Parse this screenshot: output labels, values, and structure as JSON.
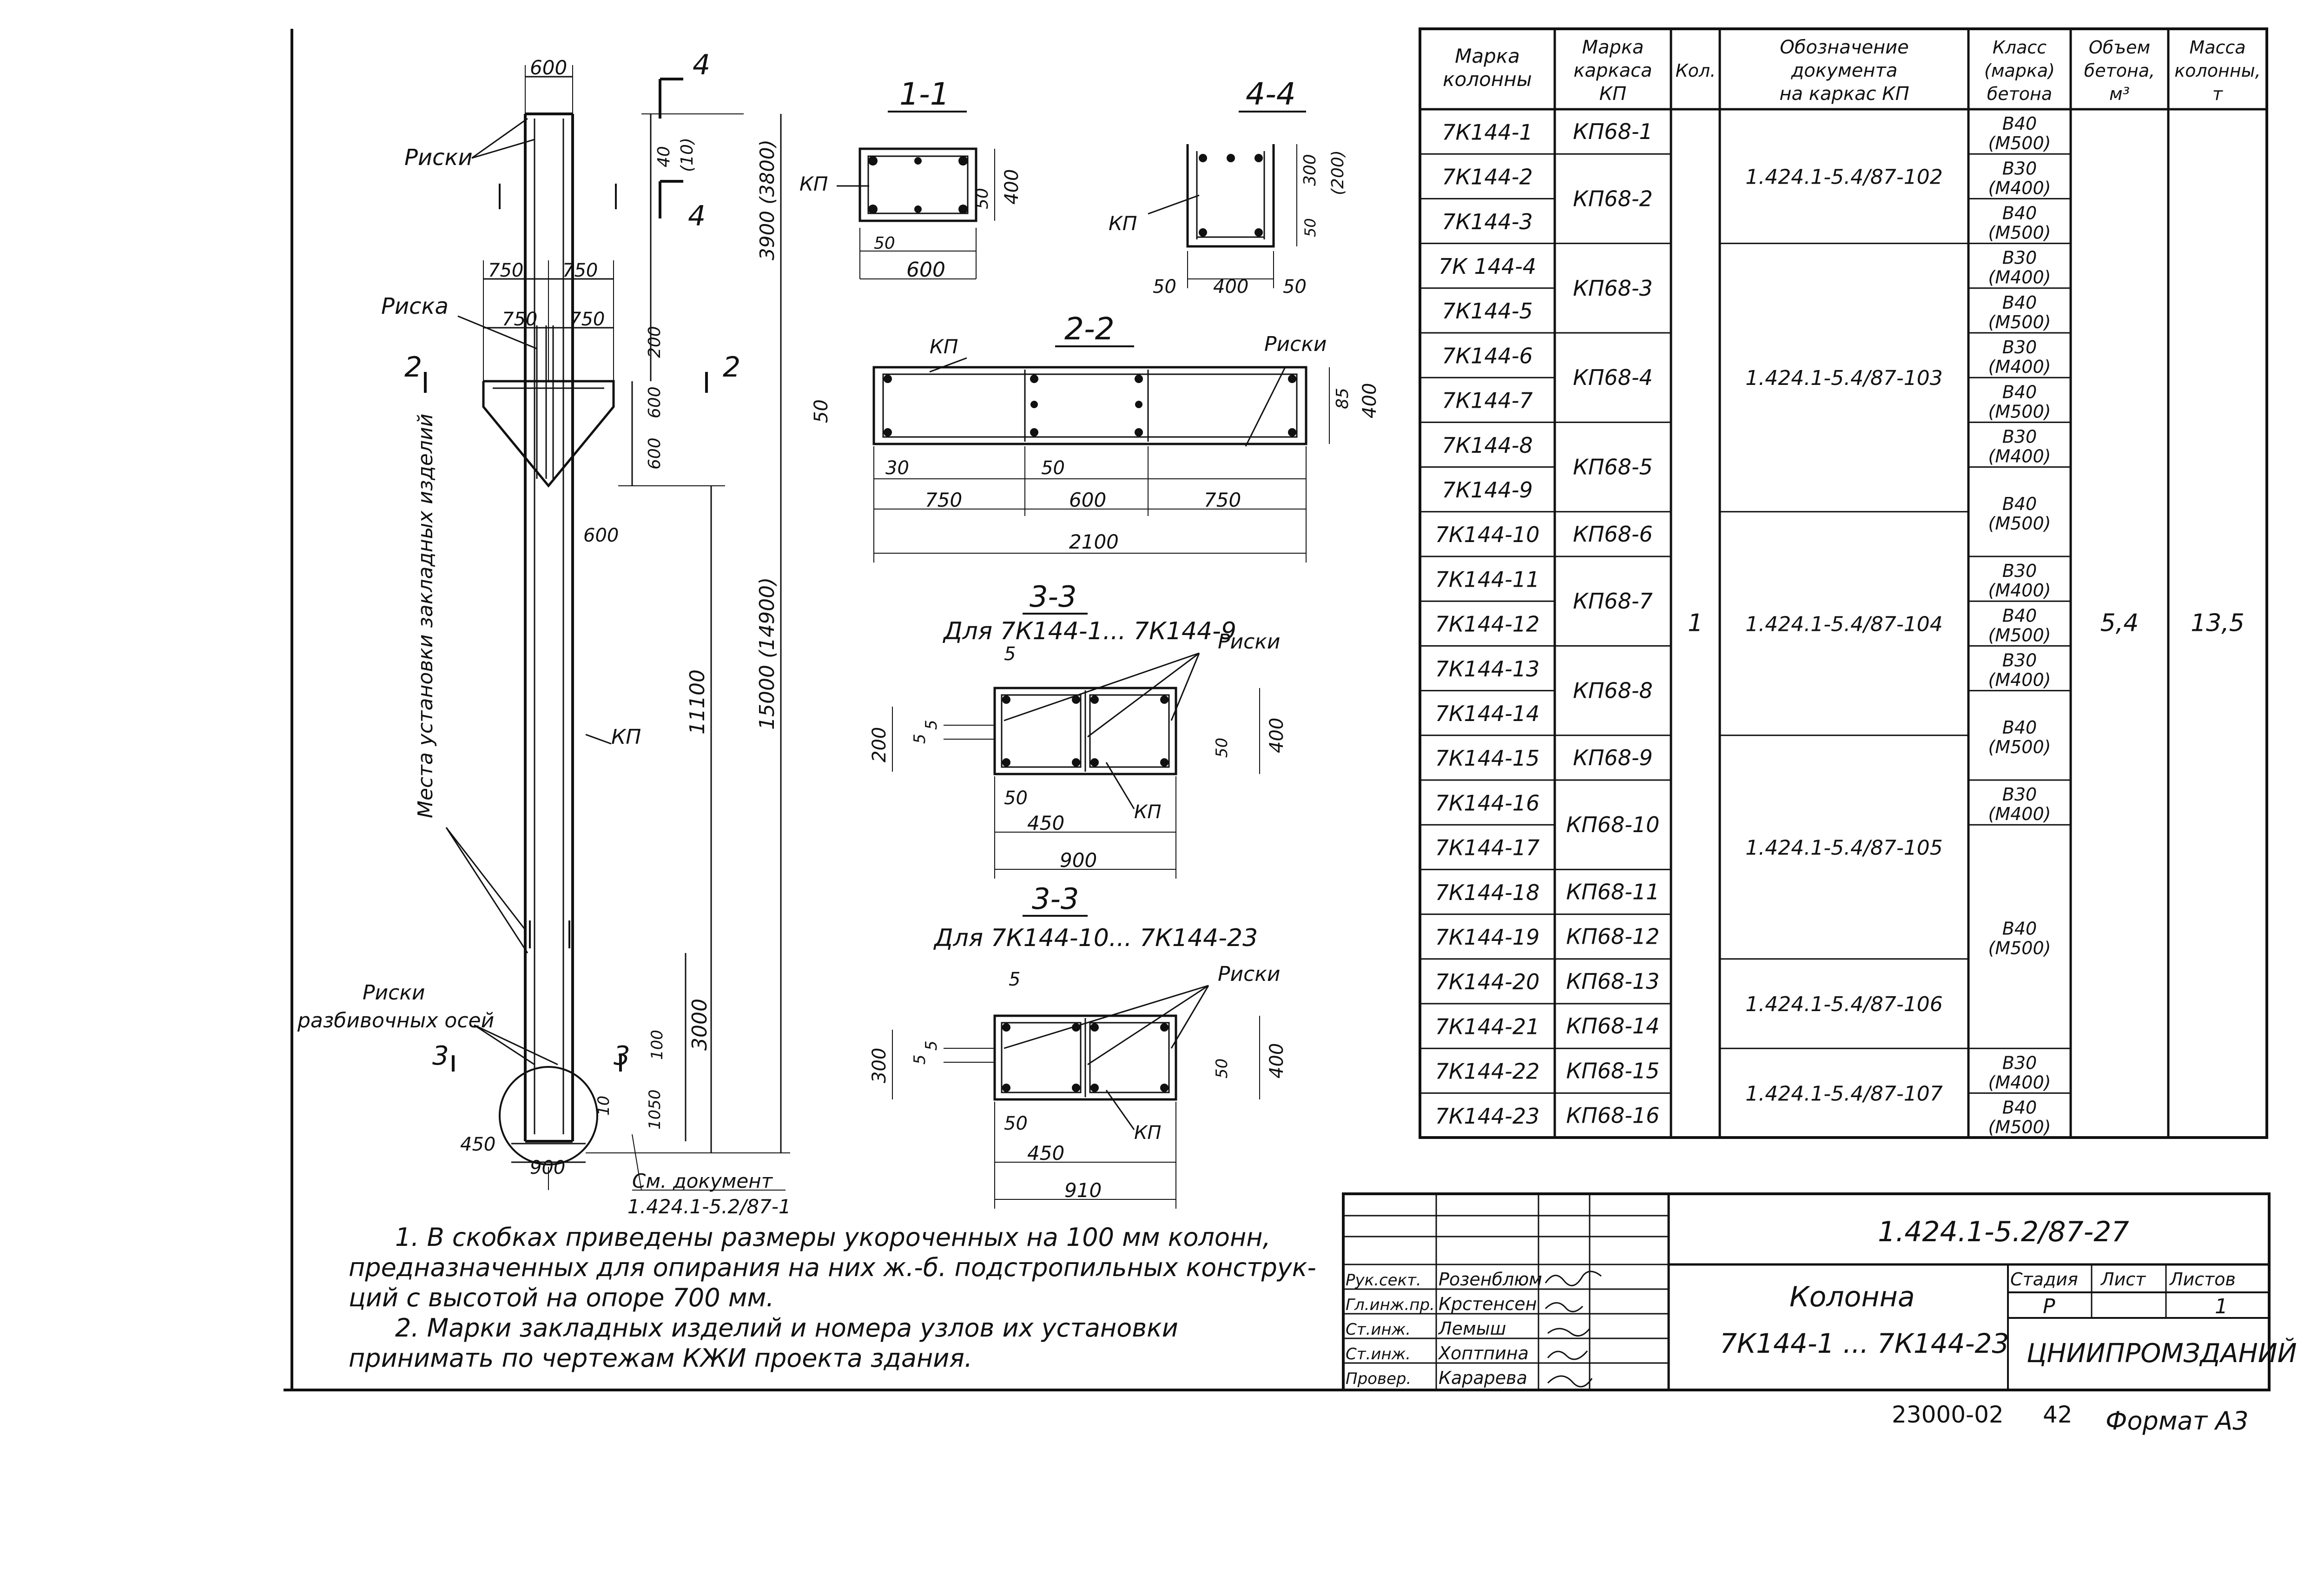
{
  "schedule": {
    "headers": [
      "Марка колонны",
      "Марка каркаса КП",
      "Кол.",
      "Обозначение документа на каркас КП",
      "Класс (марка) бетона",
      "Объем бетона, м³",
      "Масса колонны, т"
    ],
    "rows": [
      {
        "col": "7К144-1",
        "kp": "КП68-1"
      },
      {
        "col": "7К144-2",
        "kp": "КП68-2"
      },
      {
        "col": "7К144-3",
        "kp": ""
      },
      {
        "col": "7К 144-4",
        "kp": "КП68-3"
      },
      {
        "col": "7К144-5",
        "kp": ""
      },
      {
        "col": "7К144-6",
        "kp": "КП68-4"
      },
      {
        "col": "7К144-7",
        "kp": ""
      },
      {
        "col": "7К144-8",
        "kp": "КП68-5"
      },
      {
        "col": "7К144-9",
        "kp": ""
      },
      {
        "col": "7К144-10",
        "kp": "КП68-6"
      },
      {
        "col": "7К144-11",
        "kp": "КП68-7"
      },
      {
        "col": "7К144-12",
        "kp": ""
      },
      {
        "col": "7К144-13",
        "kp": "КП68-8"
      },
      {
        "col": "7К144-14",
        "kp": ""
      },
      {
        "col": "7К144-15",
        "kp": "КП68-9"
      },
      {
        "col": "7К144-16",
        "kp": "КП68-10"
      },
      {
        "col": "7К144-17",
        "kp": ""
      },
      {
        "col": "7К144-18",
        "kp": "КП68-11"
      },
      {
        "col": "7К144-19",
        "kp": "КП68-12"
      },
      {
        "col": "7К144-20",
        "kp": "КП68-13"
      },
      {
        "col": "7К144-21",
        "kp": "КП68-14"
      },
      {
        "col": "7К144-22",
        "kp": "КП68-15"
      },
      {
        "col": "7К144-23",
        "kp": "КП68-16"
      }
    ],
    "docs": [
      "1.424.1-5.4/87-102",
      "1.424.1-5.4/87-103",
      "1.424.1-5.4/87-104",
      "1.424.1-5.4/87-105",
      "1.424.1-5.4/87-106",
      "1.424.1-5.4/87-107"
    ],
    "classes": [
      "В40 (М500)",
      "В30 (М400)",
      "В40 (М500)",
      "В30 (М400)",
      "В40 (М500)",
      "В30 (М400)",
      "В40 (М500)",
      "В30 (М400)",
      "В40 (М500)",
      "В30 (М400)",
      "В40 (М500)",
      "В30 (М400)",
      "В40 (М500)",
      "В30 (М400)",
      "В40 (М500)",
      "В30 (М400)",
      "В40 (М500)"
    ],
    "qty": "1",
    "volume": "5,4",
    "mass": "13,5"
  },
  "notes": {
    "line1": "1. В скобках приведены размеры укороченных на 100 мм колонн,",
    "line2": "предназначенных для опирания на них ж.-б. подстропильных конструк-",
    "line3": "ций с высотой на опоре 700 мм.",
    "line4": "2. Марки закладных изделий и номера узлов их установки",
    "line5": "принимать по чертежам КЖИ проекта здания."
  },
  "title_block": {
    "doc_code": "1.424.1-5.2/87-27",
    "title_line1": "Колонна",
    "title_line2": "7К144-1 ... 7К144-23",
    "stage_label": "Стадия",
    "sheet_label": "Лист",
    "sheets_label": "Листов",
    "stage": "Р",
    "sheets": "1",
    "org": "ЦНИИПРОМЗДАНИЙ",
    "roles": [
      "Рук.сект.",
      "Гл.инж.пр.",
      "Ст.инж.",
      "Ст.инж.",
      "Провер."
    ],
    "names": [
      "Розенблюм",
      "Крстенсен",
      "Лемыш",
      "Хоптпина",
      "Карарева"
    ]
  },
  "footer": {
    "inventory": "23000-02",
    "number": "42",
    "format": "Формат А3"
  },
  "drawing": {
    "elevation": {
      "labels": {
        "riski": "Риски",
        "riska": "Риска",
        "kp": "КП",
        "riski_axes_1": "Риски",
        "riski_axes_2": "разбивочных осей",
        "embed_places": "Места установки закладных изделий",
        "see_doc_1": "См. документ",
        "see_doc_2": "1.424.1-5.2/87-1"
      },
      "dims": {
        "top_width": "600",
        "d40": "40",
        "d10": "(10)",
        "d3900": "3900 (3800)",
        "d750a": "750",
        "d750b": "750",
        "d750c": "750",
        "d750d": "750",
        "d200": "200",
        "d600": "600",
        "d600b": "600",
        "d600side": "600",
        "d15000": "15000 (14900)",
        "d11100": "11100",
        "d3000": "3000",
        "d100": "100",
        "d10b": "10",
        "d1050": "1050",
        "d450": "450",
        "d900": "900"
      },
      "cut_marks": {
        "c4": "4",
        "c2": "2",
        "c3": "3"
      }
    },
    "s11": {
      "title": "1-1",
      "kp": "КП",
      "d50a": "50",
      "d400": "400",
      "d50b": "50",
      "d600": "600"
    },
    "s44": {
      "title": "4-4",
      "kp": "КП",
      "d300": "300",
      "d200": "(200)",
      "d50a": "50",
      "d50b": "50",
      "d400": "400",
      "d50c": "50"
    },
    "s22": {
      "title": "2-2",
      "kp": "КП",
      "riski": "Риски",
      "d50": "50",
      "d85": "85",
      "d400": "400",
      "d30": "30",
      "d50b": "50",
      "d750a": "750",
      "d600": "600",
      "d750b": "750",
      "d2100": "2100"
    },
    "s33a": {
      "title": "3-3",
      "subtitle": "Для 7К144-1... 7К144-9",
      "riski": "Риски",
      "kp": "КП",
      "d5": "5",
      "d200": "200",
      "d5b": "5",
      "d5c": "5",
      "d50": "50",
      "d400": "400",
      "d50b": "50",
      "d450": "450",
      "d900": "900"
    },
    "s33b": {
      "title": "3-3",
      "subtitle": "Для 7К144-10... 7К144-23",
      "riski": "Риски",
      "kp": "КП",
      "d5": "5",
      "d300": "300",
      "d5b": "5",
      "d5c": "5",
      "d50": "50",
      "d400": "400",
      "d50b": "50",
      "d450": "450",
      "d910": "910"
    }
  }
}
